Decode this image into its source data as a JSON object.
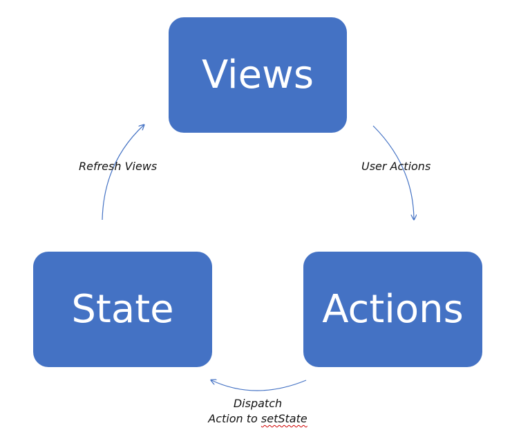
{
  "nodes": {
    "views": "Views",
    "state": "State",
    "actions": "Actions"
  },
  "edges": {
    "refresh_views": "Refresh Views",
    "user_actions": "User Actions",
    "dispatch_line1": "Dispatch",
    "dispatch_line2_prefix": "Action to ",
    "dispatch_line2_word": "setState"
  },
  "colors": {
    "node_fill": "#4472c4",
    "node_text": "#ffffff",
    "arrow": "#4472c4",
    "spellcheck_underline": "#d00000"
  }
}
